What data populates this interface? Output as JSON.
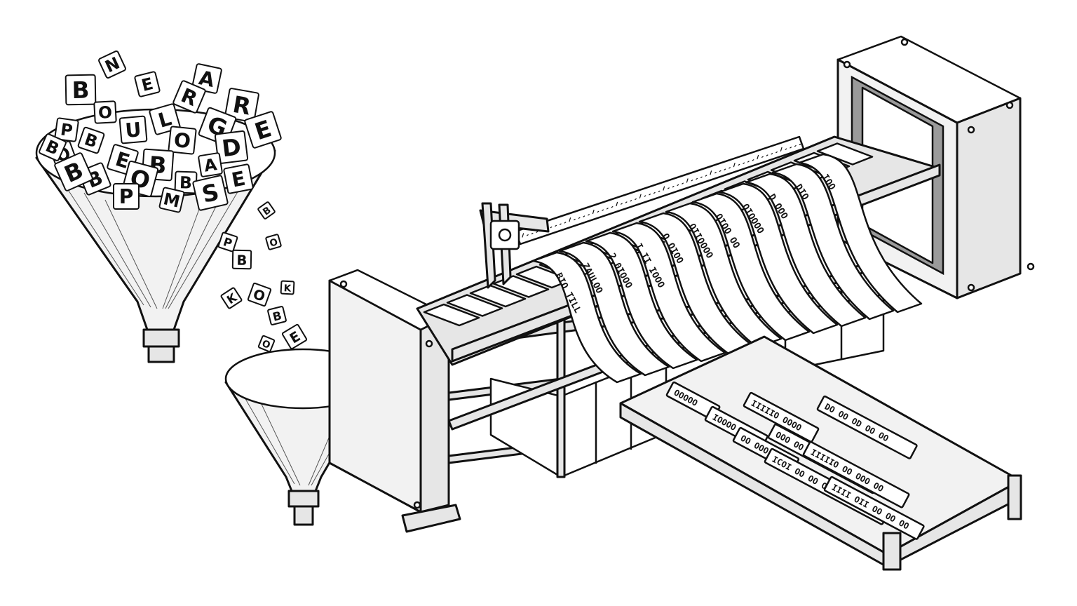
{
  "illustration": {
    "style": "black-and-white engraving",
    "hopper_letters": [
      "N",
      "A",
      "B",
      "E",
      "R",
      "R",
      "O",
      "L",
      "G",
      "P",
      "U",
      "E",
      "B",
      "O",
      "D",
      "O",
      "E",
      "B",
      "A",
      "B",
      "O",
      "B",
      "E",
      "B",
      "M",
      "P",
      "S",
      "B"
    ],
    "falling_letters": [
      "B",
      "P",
      "B",
      "O",
      "K",
      "O",
      "K",
      "B",
      "E",
      "O",
      "B",
      "O",
      "B",
      "O"
    ],
    "strip_texts": [
      "BIO TILL",
      "ZAULOO",
      "2 0IOOO",
      "I II IOOO",
      "O OIOO",
      "OIIOOOO",
      "OIOO OO",
      "OIOOOO",
      "D OOO",
      "DIO",
      "IOO"
    ],
    "tray_texts": [
      "OOOOO",
      "IOOOO",
      "OO OOO",
      "IIIIIO OOOO",
      "DO OO OD OO OO",
      "OOO OO OOO OOO",
      "IIIIIO OO OOO OO",
      "ICOI OO OO O OOOOO",
      "IIII OII OO OO OO"
    ]
  }
}
